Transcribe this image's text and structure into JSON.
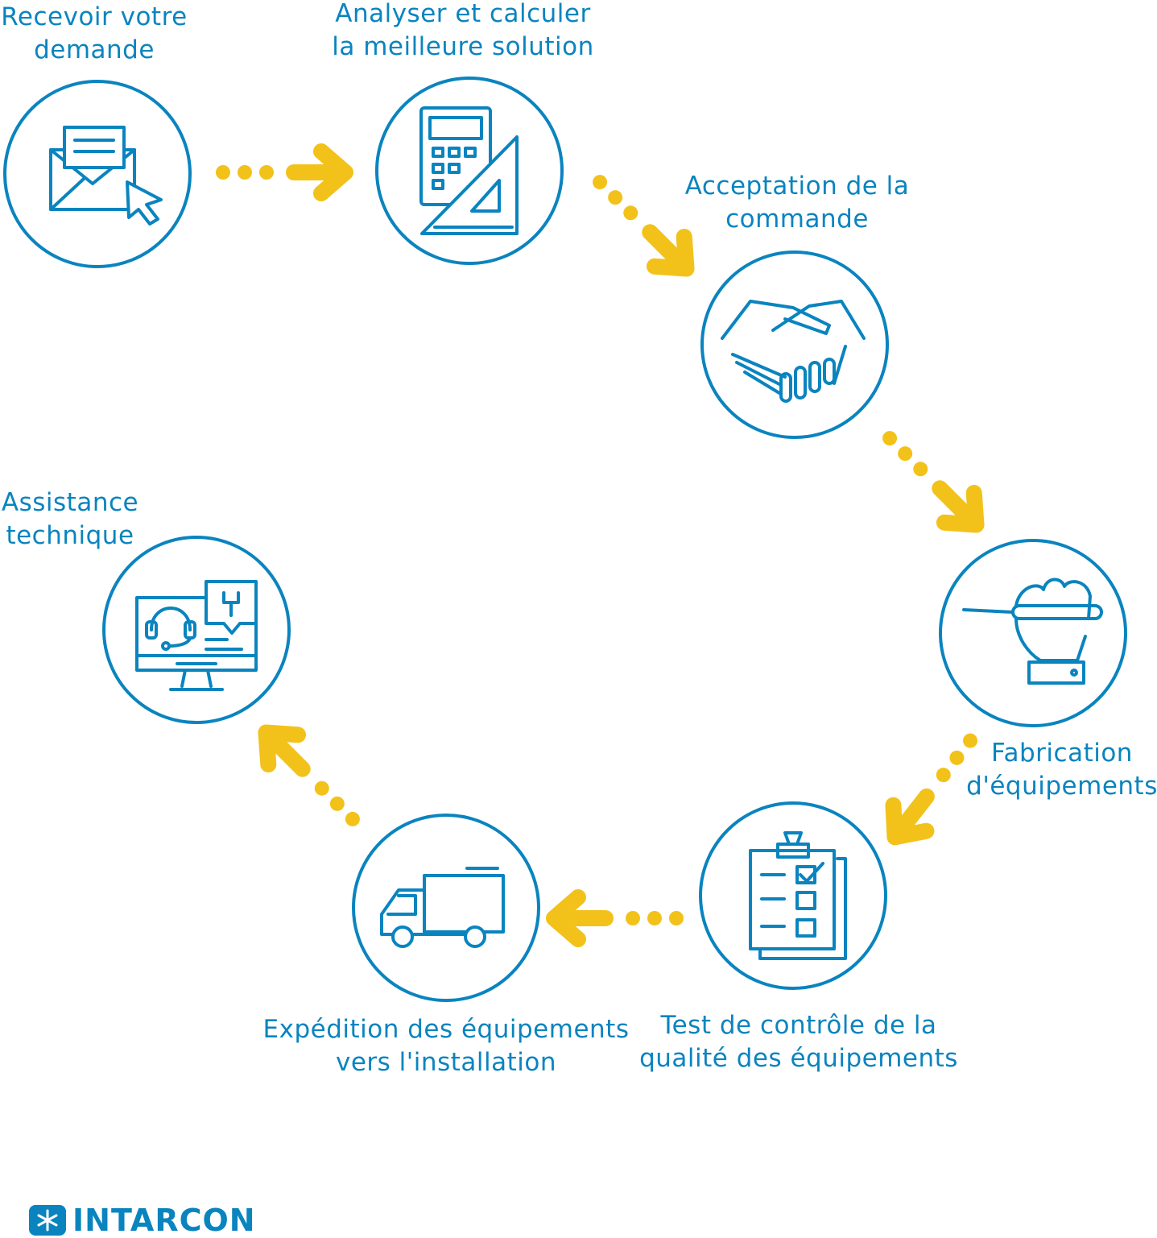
{
  "steps": [
    {
      "id": "receive",
      "line1": "Recevoir votre",
      "line2": "demande",
      "icon": "envelope-cursor-icon"
    },
    {
      "id": "analyze",
      "line1": "Analyser et calculer",
      "line2": "la meilleure solution",
      "icon": "calculator-set-square-icon"
    },
    {
      "id": "accept",
      "line1": "Acceptation de la",
      "line2": "commande",
      "icon": "handshake-icon"
    },
    {
      "id": "fabricate",
      "line1": "Fabrication",
      "line2": "d'équipements",
      "icon": "hand-screwdriver-icon"
    },
    {
      "id": "test",
      "line1": "Test de contrôle de la",
      "line2": "qualité des équipements",
      "icon": "clipboard-checklist-icon"
    },
    {
      "id": "ship",
      "line1": "Expédition des équipements",
      "line2": "vers l'installation",
      "icon": "truck-icon"
    },
    {
      "id": "support",
      "line1": "Assistance",
      "line2": "technique",
      "icon": "monitor-headset-icon"
    }
  ],
  "brand": {
    "name": "INTARCON",
    "logo_icon": "snowflake-icon"
  },
  "colors": {
    "primary": "#0a84bf",
    "arrow": "#f2c21a",
    "background": "#ffffff"
  }
}
